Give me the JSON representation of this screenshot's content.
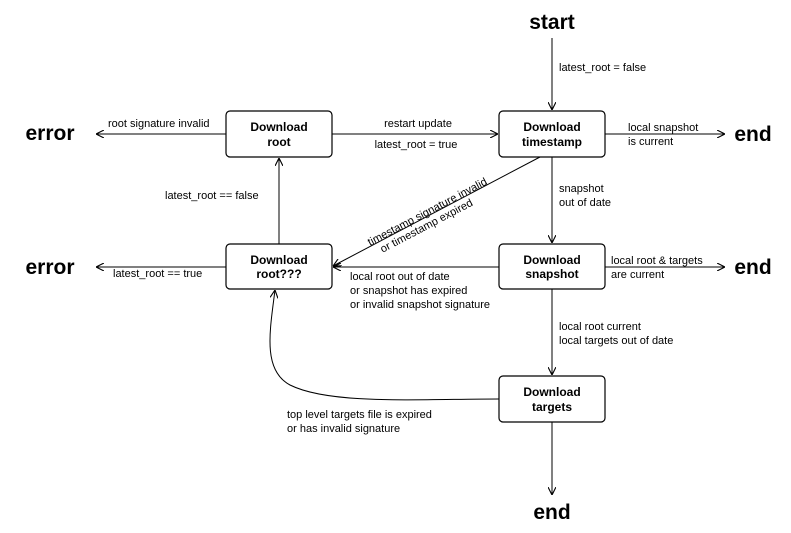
{
  "terminals": {
    "start": "start",
    "error_left_top": "error",
    "error_left_mid": "error",
    "end_right_top": "end",
    "end_right_mid": "end",
    "end_bottom": "end"
  },
  "nodes": {
    "download_root": [
      "Download",
      "root"
    ],
    "download_timestamp": [
      "Download",
      "timestamp"
    ],
    "download_root_retry": [
      "Download",
      "root???"
    ],
    "download_snapshot": [
      "Download",
      "snapshot"
    ],
    "download_targets": [
      "Download",
      "targets"
    ]
  },
  "edges": {
    "start_to_timestamp": [
      "latest_root = false"
    ],
    "root_to_error": [
      "root signature invalid"
    ],
    "root_to_timestamp_top": [
      "restart update"
    ],
    "root_to_timestamp_bottom": [
      "latest_root = true"
    ],
    "timestamp_to_end": [
      "local snapshot",
      "is current"
    ],
    "retry_to_root": [
      "latest_root == false"
    ],
    "timestamp_to_snapshot": [
      "snapshot",
      "out of date"
    ],
    "timestamp_to_retry": [
      "timestamp signature invalid",
      "or timestamp expired"
    ],
    "retry_to_error": [
      "latest_root == true"
    ],
    "snapshot_to_end": [
      "local root & targets",
      "are current"
    ],
    "snapshot_to_retry": [
      "local root out of date",
      "or snapshot has expired",
      "or invalid snapshot signature"
    ],
    "snapshot_to_targets": [
      "local root current",
      "local targets out of date"
    ],
    "targets_to_retry": [
      "top level targets file is expired",
      "or has invalid signature"
    ]
  }
}
